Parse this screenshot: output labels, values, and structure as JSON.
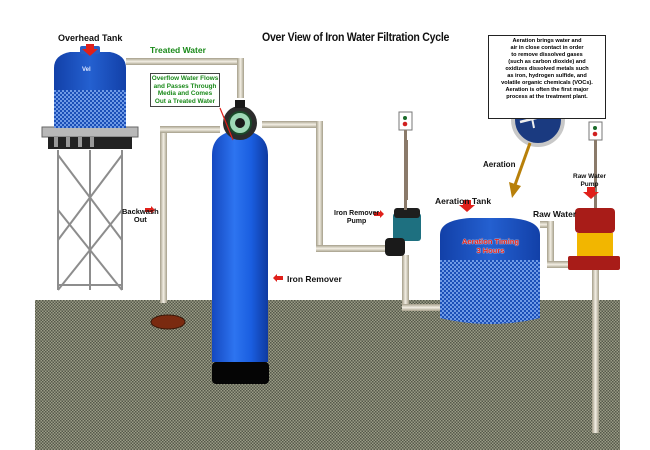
{
  "title": "Over View of Iron Water Filtration Cycle",
  "labels": {
    "overhead_tank": "Overhead Tank",
    "treated_water": "Treated Water",
    "overflow_note": [
      "Overflow Water Flows",
      "and Passes Through",
      "Media and Comes",
      "Out a Treated Water"
    ],
    "backwash_out": [
      "Backwash",
      "Out"
    ],
    "iron_remover": "Iron Remover",
    "iron_remover_pump": [
      "Iron Remover",
      "Pump"
    ],
    "aeration_tank": "Aeration Tank",
    "aeration_timing": [
      "Aeration Timing",
      "3 Hours"
    ],
    "aeration": "Aeration",
    "raw_water": "Raw Water",
    "raw_water_pump": [
      "Raw Water",
      "Pump"
    ],
    "tank_brand": "Vel"
  },
  "aeration_info": [
    "Aeration brings water and",
    "air in close contact in order",
    "to remove dissolved gases",
    "(such as carbon dioxide) and",
    "oxidizes dissolved metals such",
    "as iron, hydrogen sulfide, and",
    "volatile organic chemicals (VOCs).",
    "Aeration is often the first major",
    "process at the treatment plant."
  ],
  "colors": {
    "tank_blue": "#1f5fd0",
    "ground": "#7d806a",
    "pipe": "#d9d2bf",
    "arrow_red": "#e0201a",
    "label_green": "#1a8a1a",
    "pump_red": "#b0201a",
    "pump_yellow": "#f0b400"
  }
}
